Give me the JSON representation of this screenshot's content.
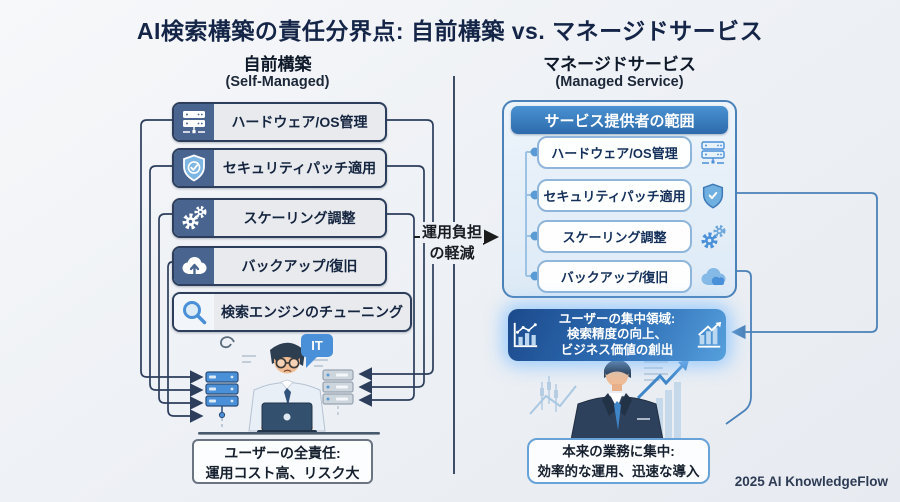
{
  "title": "AI検索構築の責任分界点: 自前構築 vs. マネージドサービス",
  "footer": "2025 AI KnowledgeFlow",
  "divider_label": {
    "line1": "運用負担",
    "line2": "の軽減"
  },
  "left": {
    "heading": "自前構築",
    "subheading": "(Self-Managed)",
    "items": [
      {
        "label": "ハードウェア/OS管理",
        "icon": "server-icon"
      },
      {
        "label": "セキュリティパッチ適用",
        "icon": "shield-check-icon"
      },
      {
        "label": "スケーリング調整",
        "icon": "gears-icon"
      },
      {
        "label": "バックアップ/復旧",
        "icon": "cloud-upload-icon"
      },
      {
        "label": "検索エンジンのチューニング",
        "icon": "search-icon"
      }
    ],
    "speech_bubble": "IT",
    "caption": {
      "line1": "ユーザーの全責任:",
      "line2": "運用コスト高、リスク大"
    }
  },
  "right": {
    "heading": "マネージドサービス",
    "subheading": "(Managed Service)",
    "provider_scope_title": "サービス提供者の範囲",
    "items": [
      {
        "label": "ハードウェア/OS管理",
        "icon": "server-icon"
      },
      {
        "label": "セキュリティパッチ適用",
        "icon": "shield-check-icon"
      },
      {
        "label": "スケーリング調整",
        "icon": "gears-icon"
      },
      {
        "label": "バックアップ/復旧",
        "icon": "cloud-icon"
      }
    ],
    "focus": {
      "line1": "ユーザーの集中領域:",
      "line2": "検索精度の向上、",
      "line3": "ビジネス価値の創出"
    },
    "caption": {
      "line1": "本来の業務に集中:",
      "line2": "効率的な運用、迅速な導入"
    }
  },
  "colors": {
    "accent_blue": "#3e86c8",
    "navy_title": "#142547",
    "left_icon_bg": "#49658f",
    "focus_gradient_start": "#1c4a8c",
    "focus_gradient_end": "#56a0dd",
    "connector_dark": "#2c3e5b",
    "connector_blue": "#4a81b8"
  }
}
